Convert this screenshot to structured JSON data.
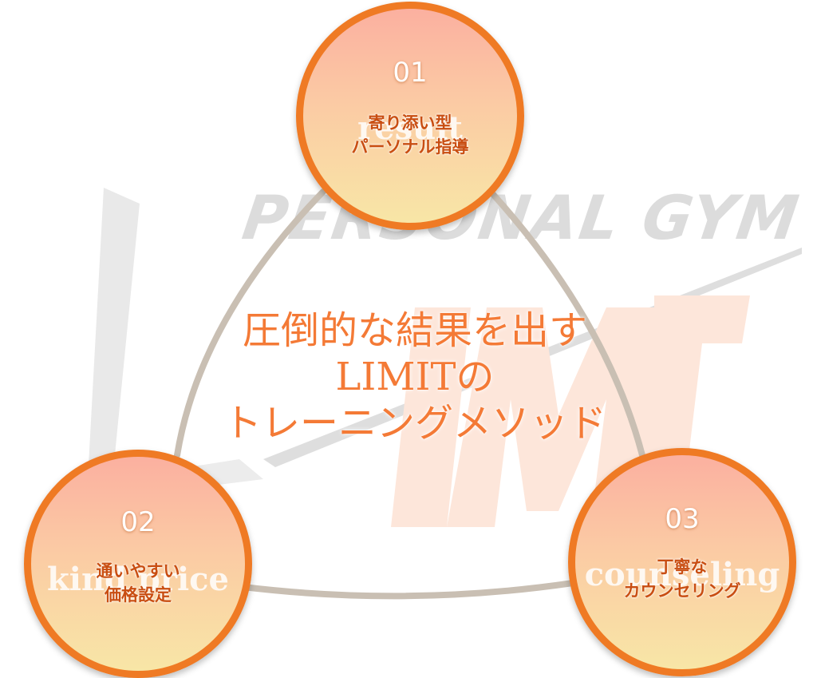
{
  "watermark": {
    "subtitle": "PERSONAL GYM",
    "logo": "LIMIT"
  },
  "center": {
    "line1": "圧倒的な結果を出す",
    "line2": "LIMITの",
    "line3": "トレーニングメソッド"
  },
  "nodes": [
    {
      "number": "01",
      "english": "result",
      "title_line1": "寄り添い型",
      "title_line2": "パーソナル指導"
    },
    {
      "number": "02",
      "english": "kind price",
      "title_line1": "通いやすい",
      "title_line2": "価格設定"
    },
    {
      "number": "03",
      "english": "counseling",
      "title_line1": "丁寧な",
      "title_line2": "カウンセリング"
    }
  ],
  "colors": {
    "accent": "#ef7a24",
    "center_text": "#f47a36",
    "node_text": "#c94e12",
    "connector": "#c9bfb3",
    "watermark_gray": "#dcdcdc",
    "watermark_orange": "#fbe1d4"
  }
}
